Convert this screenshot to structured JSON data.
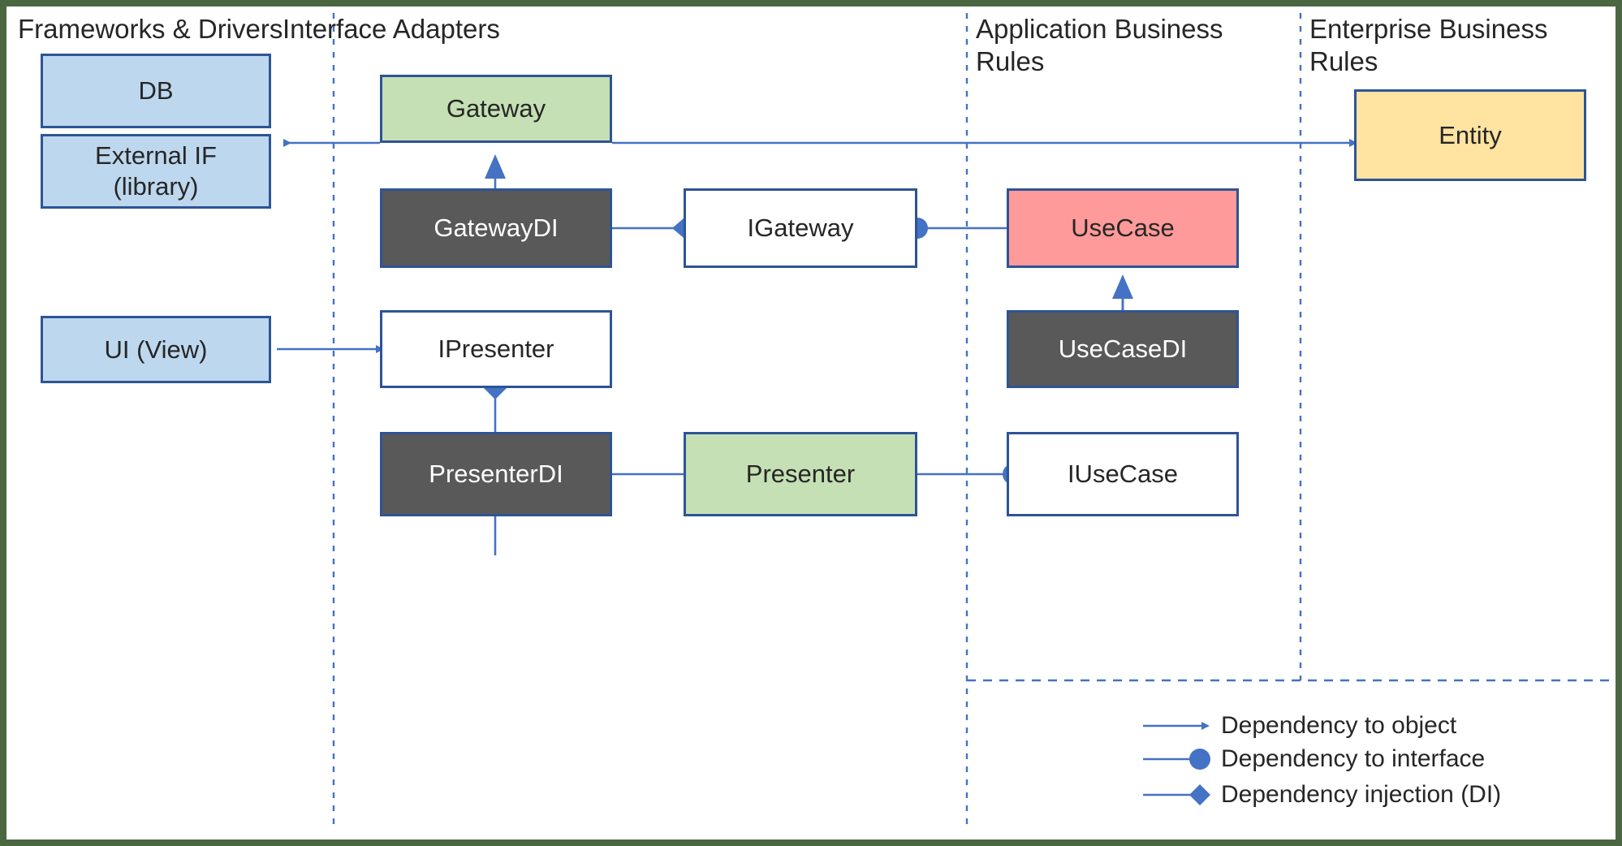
{
  "diagram": {
    "title": "Clean Architecture layered dependency diagram",
    "colors": {
      "frame": "#4a6741",
      "canvas": "#ffffff",
      "node_border": "#2e5496",
      "connector": "#4472c4",
      "blue_fill": "#bdd7ee",
      "green_fill": "#c5e0b4",
      "dark_fill": "#595959",
      "red_fill": "#ff9a9a",
      "yellow_fill": "#ffe3a0",
      "white_fill": "#ffffff",
      "lane_divider": "#4472c4",
      "text": "#262626"
    }
  },
  "lanes": [
    {
      "id": "frameworks",
      "label": "Frameworks & Drivers"
    },
    {
      "id": "adapters",
      "label": "Interface Adapters"
    },
    {
      "id": "application",
      "label": "Application Business\nRules"
    },
    {
      "id": "enterprise",
      "label": "Enterprise Business\nRules"
    }
  ],
  "nodes": [
    {
      "id": "db",
      "label": "DB",
      "lane": "frameworks",
      "style": "blue"
    },
    {
      "id": "external_if",
      "label": "External IF\n(library)",
      "lane": "frameworks",
      "style": "blue"
    },
    {
      "id": "ui_view",
      "label": "UI (View)",
      "lane": "frameworks",
      "style": "blue"
    },
    {
      "id": "gateway",
      "label": "Gateway",
      "lane": "adapters",
      "style": "green"
    },
    {
      "id": "gateway_di",
      "label": "GatewayDI",
      "lane": "adapters",
      "style": "dark"
    },
    {
      "id": "i_gateway",
      "label": "IGateway",
      "lane": "adapters",
      "style": "white"
    },
    {
      "id": "i_presenter",
      "label": "IPresenter",
      "lane": "adapters",
      "style": "white"
    },
    {
      "id": "presenter_di",
      "label": "PresenterDI",
      "lane": "adapters",
      "style": "dark"
    },
    {
      "id": "presenter",
      "label": "Presenter",
      "lane": "adapters",
      "style": "green"
    },
    {
      "id": "use_case",
      "label": "UseCase",
      "lane": "application",
      "style": "red"
    },
    {
      "id": "use_case_di",
      "label": "UseCaseDI",
      "lane": "application",
      "style": "dark"
    },
    {
      "id": "i_use_case",
      "label": "IUseCase",
      "lane": "application",
      "style": "white"
    },
    {
      "id": "entity",
      "label": "Entity",
      "lane": "enterprise",
      "style": "yellow"
    }
  ],
  "edges": [
    {
      "from": "gateway",
      "to": "db",
      "type": "dependency-to-object"
    },
    {
      "from": "gateway",
      "to": "entity",
      "type": "dependency-to-object"
    },
    {
      "from": "gateway_di",
      "to": "gateway",
      "type": "dependency-to-object"
    },
    {
      "from": "gateway_di",
      "to": "i_gateway",
      "type": "dependency-injection"
    },
    {
      "from": "use_case",
      "to": "i_gateway",
      "type": "dependency-to-interface"
    },
    {
      "from": "ui_view",
      "to": "i_presenter",
      "type": "dependency-to-object"
    },
    {
      "from": "presenter_di",
      "to": "i_presenter",
      "type": "dependency-injection"
    },
    {
      "from": "presenter_di",
      "to": "presenter",
      "type": "dependency-to-object"
    },
    {
      "from": "presenter",
      "to": "i_use_case",
      "type": "dependency-to-interface"
    },
    {
      "from": "use_case_di",
      "to": "use_case",
      "type": "dependency-to-object"
    },
    {
      "from": "use_case_di",
      "to": "i_use_case",
      "type": "dependency-injection"
    }
  ],
  "legend": {
    "items": [
      {
        "id": "dependency-to-object",
        "marker": "arrow-marker",
        "label": "Dependency to object"
      },
      {
        "id": "dependency-to-interface",
        "marker": "circle-marker",
        "label": "Dependency to interface"
      },
      {
        "id": "dependency-injection",
        "marker": "diamond-marker",
        "label": "Dependency injection (DI)"
      }
    ]
  }
}
